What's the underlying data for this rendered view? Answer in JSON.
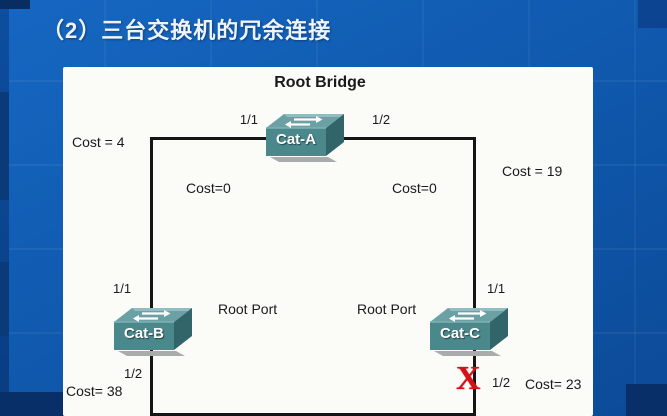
{
  "slide": {
    "title": "（2）三台交换机的冗余连接"
  },
  "diagram": {
    "roles": {
      "root_bridge": "Root Bridge",
      "root_port_left": "Root Port",
      "root_port_right": "Root Port"
    },
    "switches": {
      "a": {
        "label": "Cat-A"
      },
      "b": {
        "label": "Cat-B"
      },
      "c": {
        "label": "Cat-C"
      }
    },
    "ports": {
      "a_left": "1/1",
      "a_right": "1/2",
      "b_top": "1/1",
      "b_bottom": "1/2",
      "c_top": "1/1",
      "c_bottom": "1/2"
    },
    "costs": {
      "link_left": "Cost = 4",
      "link_right": "Cost = 19",
      "designated_left": "Cost=0",
      "designated_right": "Cost=0",
      "cat_b": "Cost= 38",
      "cat_c": "Cost= 23"
    },
    "markers": {
      "blocked_port": "X"
    },
    "colors": {
      "slide_background": "#0f57ab",
      "canvas_background": "#fbfbf8",
      "switch_top": "#6ba1a4",
      "switch_front": "#4b888c",
      "switch_side": "#326569",
      "line": "#151515",
      "blocked_x": "#d41117",
      "title_text": "#eef3fc"
    }
  }
}
